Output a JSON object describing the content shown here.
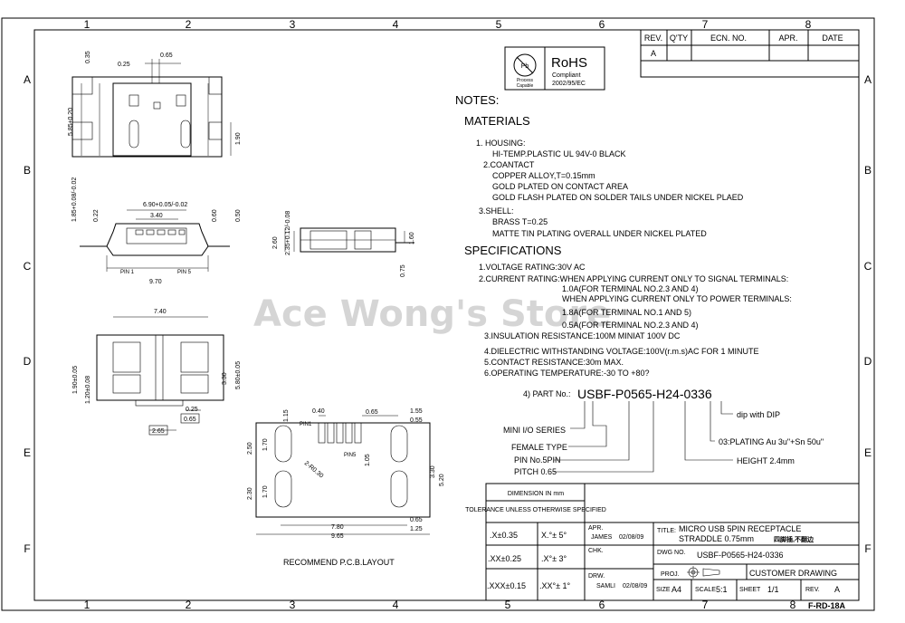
{
  "border": {
    "columns": [
      "1",
      "2",
      "3",
      "4",
      "5",
      "6",
      "7",
      "8"
    ],
    "rows": [
      "A",
      "B",
      "C",
      "D",
      "E",
      "F"
    ]
  },
  "revision_table": {
    "headers": [
      "REV.",
      "Q'TY",
      "ECN. NO.",
      "APR.",
      "DATE"
    ],
    "rows": [
      [
        "A",
        "",
        "",
        "",
        ""
      ]
    ]
  },
  "rohs": {
    "brand": "RoHS",
    "line1": "Compliant",
    "line2": "2002/95/EC",
    "icon_label": "Pb",
    "icon_sub1": "Process",
    "icon_sub2": "Capable"
  },
  "notes": {
    "title": "NOTES:",
    "materials_heading": "MATERIALS",
    "materials": [
      "1. HOUSING:",
      "HI-TEMP.PLASTIC UL 94V-0 BLACK",
      "2.COANTACT",
      "COPPER ALLOY,T=0.15mm",
      "GOLD PLATED ON CONTACT AREA",
      "GOLD FLASH PLATED ON SOLDER TAILS UNDER NICKEL PLAED",
      "3.SHELL:",
      "BRASS T=0.25",
      "MATTE TIN PLATING OVERALL UNDER NICKEL PLATED"
    ],
    "specifications_heading": "SPECIFICATIONS",
    "specifications": [
      "1.VOLTAGE RATING:30V AC",
      "2.CURRENT RATING:WHEN APPLYING CURRENT ONLY TO SIGNAL TERMINALS:",
      "1.0A(FOR TERMINAL NO.2.3 AND 4)",
      "WHEN APPLYING CURRENT ONLY TO POWER TERMINALS:",
      "1.8A(FOR TERMINAL NO.1 AND 5)",
      "0.5A(FOR TERMINAL NO.2.3 AND 4)",
      "3.INSULATION RESISTANCE:100M MINIAT 100V DC",
      "4.DIELECTRIC WITHSTANDING VOLTAGE:100V(r.m.s)AC FOR 1 MINUTE",
      "5.CONTACT RESISTANCE:30m MAX.",
      "6.OPERATING TEMPERATURE:-30 TO +80?"
    ]
  },
  "part_number": {
    "prefix": "4) PART No.:",
    "value": "USBF-P0565-H24-0336",
    "labels": {
      "series": "MINI I/O SERIES",
      "type": "FEMALE TYPE",
      "pin": "PIN No.5PIN",
      "pitch": "PITCH 0.65",
      "height": "HEIGHT 2.4mm",
      "plating": "03:PLATING Au 3u\"+Sn 50u\"",
      "dip": "dip with DIP"
    }
  },
  "watermark": "Ace Wong's Store",
  "views": {
    "top": {
      "dims": [
        "0.35",
        "0.25",
        "0.65",
        "5.85±0.20",
        "1.90"
      ]
    },
    "front": {
      "dims": [
        "6.90+0.05/-0.02",
        "3.40",
        "1.85+0.08/-0.02",
        "0.22",
        "0.60",
        "0.50",
        "9.70"
      ],
      "labels": [
        "PIN 1",
        "PIN 5"
      ]
    },
    "side": {
      "dims": [
        "2.60",
        "2.35+0.12/-0.08",
        "1.60",
        "0.75"
      ]
    },
    "bottom": {
      "dims": [
        "7.40",
        "1.90±0.05",
        "1.20±0.08",
        "3.30",
        "5.80±0.05",
        "0.25",
        "0.65",
        "2.65"
      ]
    },
    "pcb": {
      "title": "RECOMMEND P.C.B.LAYOUT",
      "dims": [
        "0.40",
        "1.15",
        "0.65",
        "1.55",
        "0.55",
        "2.50",
        "1.70",
        "2-R0.30",
        "1.05",
        "3.30",
        "5.20",
        "2.30",
        "1.70",
        "7.80",
        "9.65",
        "0.65",
        "1.25"
      ],
      "labels": [
        "PIN1",
        "PIN5"
      ]
    }
  },
  "title_block": {
    "dimension": "DIMENSION IN mm",
    "tolerance": "TOLERANCE UNLESS OTHERWISE SPECIFIED",
    "tol_rows": [
      [
        ".X±0.35",
        "X.°± 5°"
      ],
      [
        ".XX±0.25",
        ".X°± 3°"
      ],
      [
        ".XXX±0.15",
        ".XX°± 1°"
      ]
    ],
    "apr_label": "APR.",
    "apr_name": "JAMES",
    "apr_date": "02/08/09",
    "chk_label": "CHK.",
    "drw_label": "DRW.",
    "drw_name": "SAMLI",
    "drw_date": "02/08/09",
    "title_label": "TITLE:",
    "title_line1": "MICRO USB 5PIN RECEPTACLE",
    "title_line2": "STRADDLE 0.75mm",
    "title_note": "四脚插,不翻边",
    "dwg_label": "DWG NO.",
    "dwg_no": "USBF-P0565-H24-0336",
    "proj_label": "PROJ.",
    "customer": "CUSTOMER DRAWING",
    "size_label": "SIZE",
    "size": "A4",
    "scale_label": "SCALE",
    "scale": "5:1",
    "sheet_label": "SHEET",
    "sheet": "1/1",
    "rev_label": "REV.",
    "rev": "A"
  },
  "form_no": "F-RD-18A"
}
